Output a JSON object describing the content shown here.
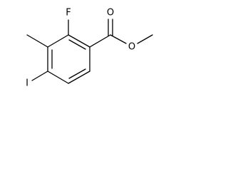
{
  "molecule": {
    "atoms": {
      "fluorine": "F",
      "carbonyl_oxygen": "O",
      "ester_oxygen": "O",
      "iodine": "I"
    }
  }
}
